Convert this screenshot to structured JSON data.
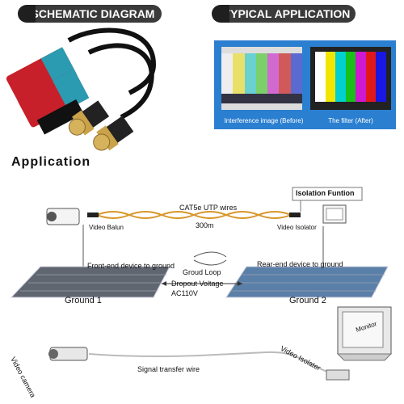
{
  "header": {
    "left_title": "SCHEMATIC DIAGRAM",
    "right_title": "TYPICAL APPLICATION"
  },
  "compare": {
    "before_caption": "Interference image (Before)",
    "after_caption": "The filter (After)"
  },
  "section_title": "Application",
  "diagram": {
    "isolation_label": "Isolation Funtion",
    "cable_label": "CAT5e UTP wires",
    "distance": "300m",
    "balun_label": "Video Balun",
    "isolator_label": "Video Isolator",
    "front_end_label": "Front-end device to ground",
    "rear_end_label": "Rear-end device to ground",
    "loop_label": "Groud Loop",
    "dropout_label": "Dropout Voltage",
    "ac_label": "AC110V",
    "ground1": "Ground 1",
    "ground2": "Ground 2"
  },
  "bottom": {
    "camera_label": "Video camera",
    "wire_label": "Signal transfer wire",
    "isolater_label": "Video Isolater",
    "monitor_label": "Monitor"
  },
  "colors": {
    "pill_bg": "#3a3a3a",
    "blue_frame": "#2b7fd0",
    "balun_red": "#c8202a",
    "balun_teal": "#2a9bb0",
    "twisted_orange": "#d8962a"
  }
}
